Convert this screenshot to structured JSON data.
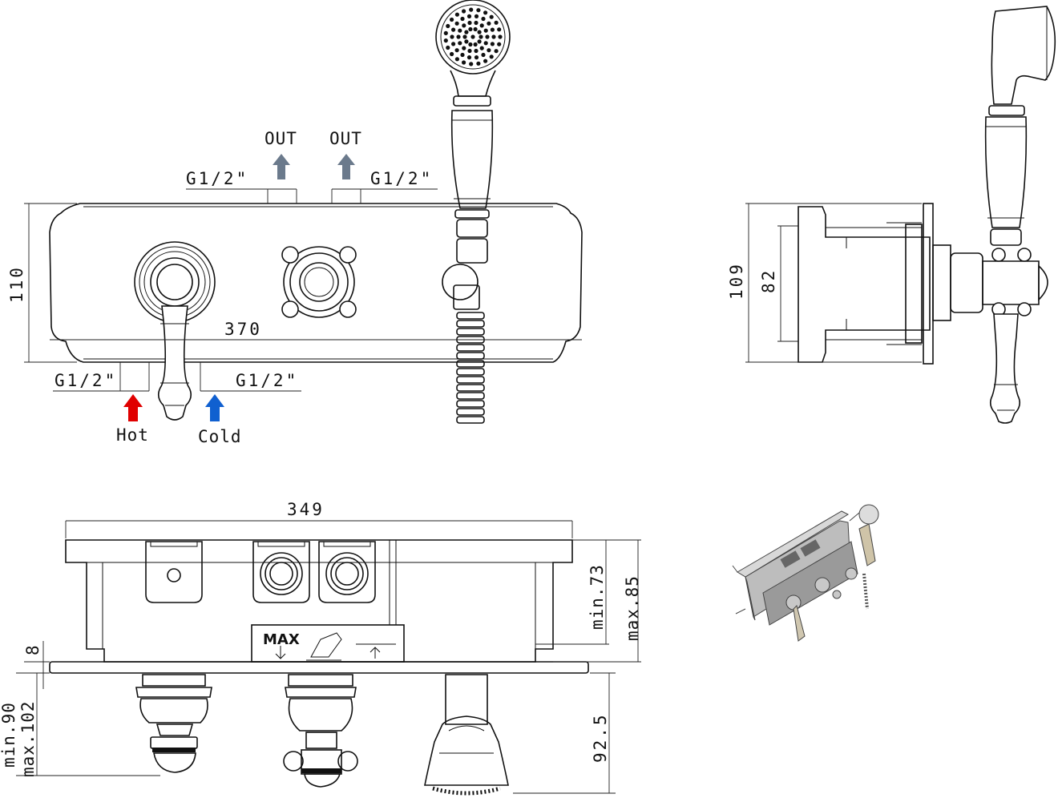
{
  "labels": {
    "out_left": "OUT",
    "out_right": "OUT",
    "g_top_left": "G1/2\"",
    "g_top_right": "G1/2\"",
    "g_bottom_left": "G1/2\"",
    "g_bottom_right": "G1/2\"",
    "hot": "Hot",
    "cold": "Cold",
    "max_mark": "MAX"
  },
  "dimensions": {
    "front_height": "110",
    "front_width": "370",
    "side_height": "109",
    "side_inner": "82",
    "top_width": "349",
    "box_min_depth": "min.73",
    "box_max_depth": "max.85",
    "plate_thickness": "8",
    "handle_min": "min.90",
    "handle_max": "max.102",
    "shower_depth": "92.5"
  },
  "colors": {
    "hot": "#e00000",
    "cold": "#1060d0",
    "out": "#6b7a8c",
    "render_body": "#8a8a8a"
  }
}
